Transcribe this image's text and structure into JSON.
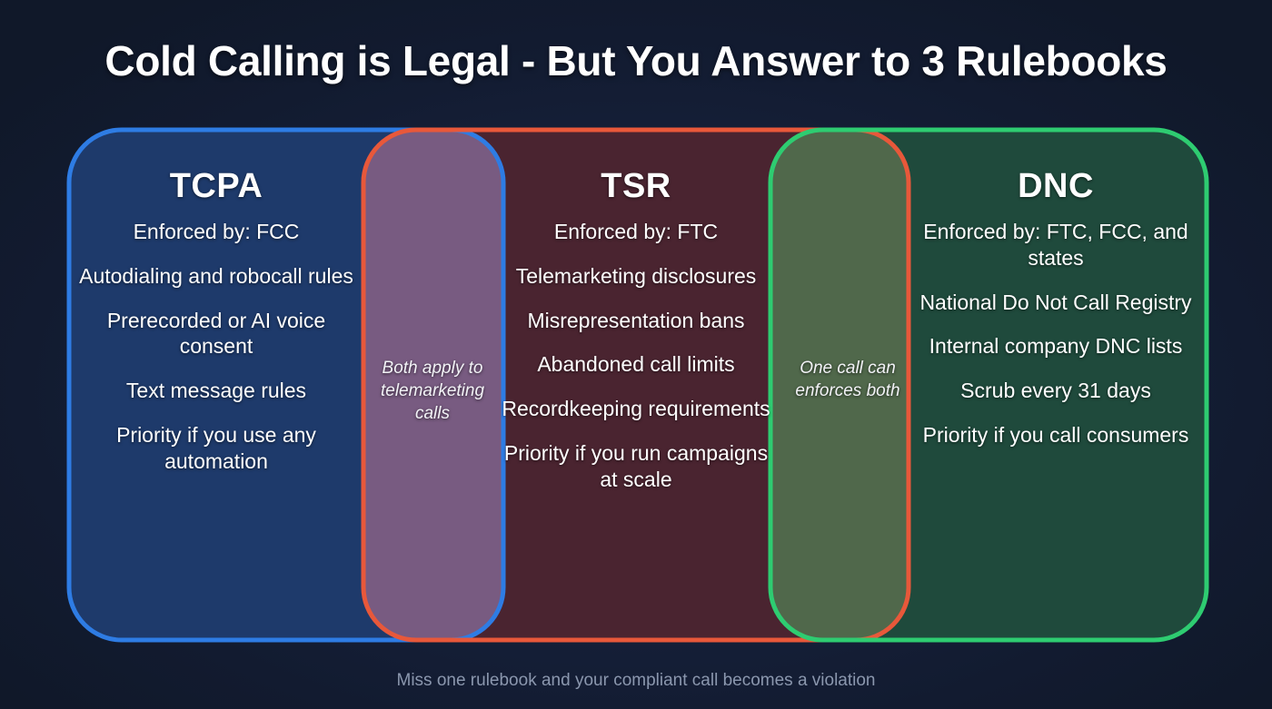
{
  "title": "Cold Calling is Legal - But You Answer to 3 Rulebooks",
  "footer": "Miss one rulebook and your compliant call becomes a violation",
  "colors": {
    "background": "#121b30",
    "tcpa_border": "#2e7ce4",
    "tcpa_fill": "#1e3a6b",
    "tsr_border": "#e8583a",
    "tsr_fill": "#4a2430",
    "dnc_border": "#2ecc71",
    "dnc_fill": "#1f4a3c",
    "title_text": "#ffffff",
    "body_text": "#ffffff",
    "footer_text": "#8b97ae"
  },
  "circles": [
    {
      "id": "tcpa",
      "heading": "TCPA",
      "items": [
        "Enforced by: FCC",
        "Autodialing and robocall rules",
        "Prerecorded or AI voice consent",
        "Text message rules",
        "Priority if you use any automation"
      ]
    },
    {
      "id": "tsr",
      "heading": "TSR",
      "items": [
        "Enforced by: FTC",
        "Telemarketing disclosures",
        "Misrepresentation bans",
        "Abandoned call limits",
        "Recordkeeping requirements",
        "Priority if you run campaigns at scale"
      ]
    },
    {
      "id": "dnc",
      "heading": "DNC",
      "items": [
        "Enforced by: FTC, FCC, and states",
        "National Do Not Call Registry",
        "Internal company DNC lists",
        "Scrub every 31 days",
        "Priority if you call consumers"
      ]
    }
  ],
  "overlaps": [
    {
      "id": "tcpa-tsr",
      "label": "Both apply to telemarketing calls"
    },
    {
      "id": "tsr-dnc",
      "label": "One call can enforces both"
    }
  ]
}
